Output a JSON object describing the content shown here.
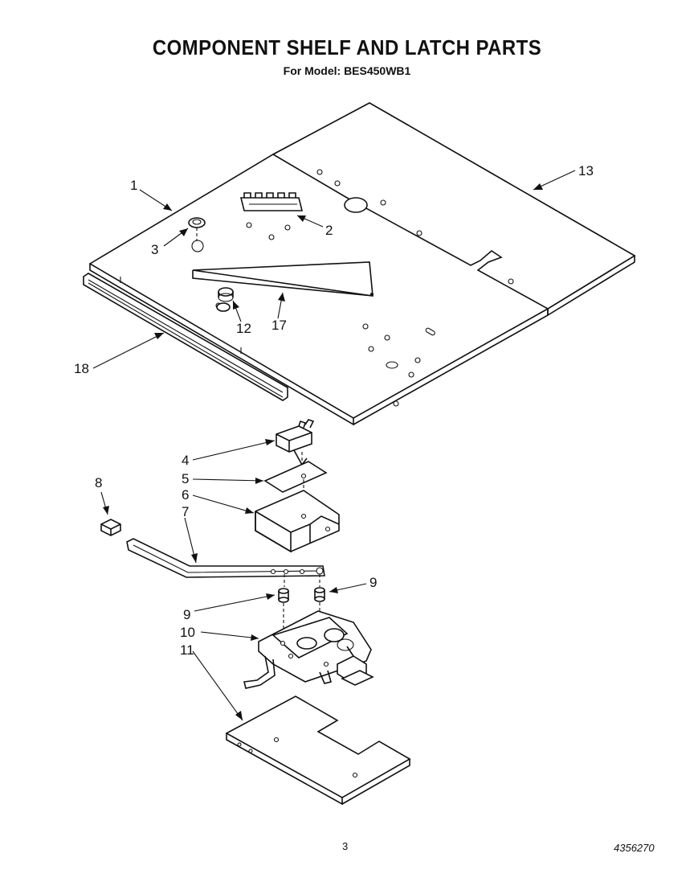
{
  "header": {
    "title": "COMPONENT SHELF AND LATCH PARTS",
    "subtitle": "For Model: BES450WB1"
  },
  "callouts": {
    "c1": "1",
    "c2": "2",
    "c3": "3",
    "c4": "4",
    "c5": "5",
    "c6": "6",
    "c7": "7",
    "c8": "8",
    "c9a": "9",
    "c9b": "9",
    "c10": "10",
    "c11": "11",
    "c12": "12",
    "c13": "13",
    "c17": "17",
    "c18": "18"
  },
  "footer": {
    "page_number": "3",
    "document_number": "4356270"
  }
}
